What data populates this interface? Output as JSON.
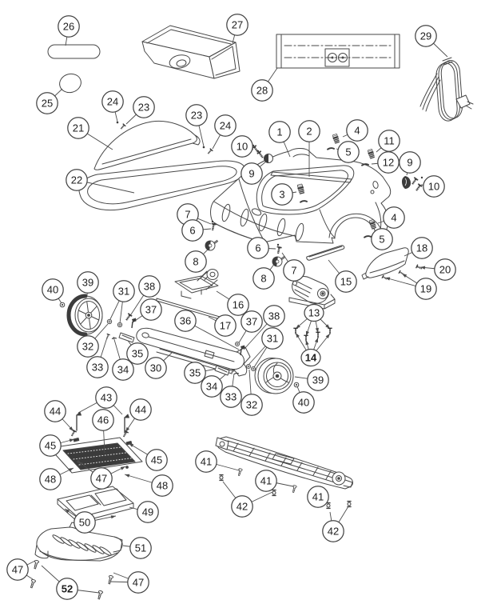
{
  "figure": {
    "kind": "exploded parts diagram",
    "background_color": "#ffffff",
    "line_color": "#474747",
    "balloon_fill": "#ffffff",
    "balloon_text_color": "#1d1d1d"
  },
  "callouts": [
    {
      "n": "26"
    },
    {
      "n": "27"
    },
    {
      "n": "25"
    },
    {
      "n": "24"
    },
    {
      "n": "23"
    },
    {
      "n": "23"
    },
    {
      "n": "24"
    },
    {
      "n": "21"
    },
    {
      "n": "22"
    },
    {
      "n": "28"
    },
    {
      "n": "29"
    },
    {
      "n": "1"
    },
    {
      "n": "2"
    },
    {
      "n": "3"
    },
    {
      "n": "4"
    },
    {
      "n": "5"
    },
    {
      "n": "11"
    },
    {
      "n": "12"
    },
    {
      "n": "9"
    },
    {
      "n": "10"
    },
    {
      "n": "9"
    },
    {
      "n": "10"
    },
    {
      "n": "4"
    },
    {
      "n": "5"
    },
    {
      "n": "7"
    },
    {
      "n": "6"
    },
    {
      "n": "8"
    },
    {
      "n": "6"
    },
    {
      "n": "7"
    },
    {
      "n": "8"
    },
    {
      "n": "15"
    },
    {
      "n": "18"
    },
    {
      "n": "20"
    },
    {
      "n": "19"
    },
    {
      "n": "13"
    },
    {
      "n": "14"
    },
    {
      "n": "16"
    },
    {
      "n": "17"
    },
    {
      "n": "40"
    },
    {
      "n": "39"
    },
    {
      "n": "31"
    },
    {
      "n": "38"
    },
    {
      "n": "37"
    },
    {
      "n": "36"
    },
    {
      "n": "32"
    },
    {
      "n": "33"
    },
    {
      "n": "34"
    },
    {
      "n": "35"
    },
    {
      "n": "30"
    },
    {
      "n": "35"
    },
    {
      "n": "34"
    },
    {
      "n": "33"
    },
    {
      "n": "32"
    },
    {
      "n": "31"
    },
    {
      "n": "37"
    },
    {
      "n": "38"
    },
    {
      "n": "39"
    },
    {
      "n": "40"
    },
    {
      "n": "43"
    },
    {
      "n": "44"
    },
    {
      "n": "44"
    },
    {
      "n": "46"
    },
    {
      "n": "45"
    },
    {
      "n": "45"
    },
    {
      "n": "47"
    },
    {
      "n": "48"
    },
    {
      "n": "48"
    },
    {
      "n": "49"
    },
    {
      "n": "50"
    },
    {
      "n": "51"
    },
    {
      "n": "47"
    },
    {
      "n": "52"
    },
    {
      "n": "47"
    },
    {
      "n": "41"
    },
    {
      "n": "41"
    },
    {
      "n": "41"
    },
    {
      "n": "42"
    },
    {
      "n": "42"
    }
  ]
}
